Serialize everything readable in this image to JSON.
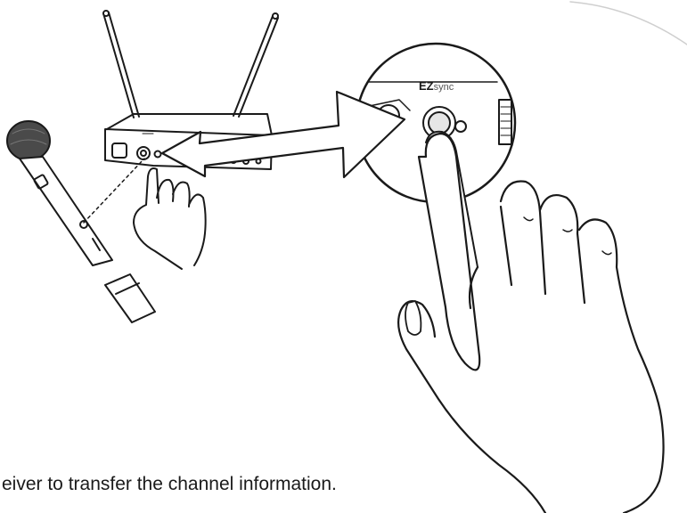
{
  "illustration": {
    "brand_bold": "EZ",
    "brand_light": "sync"
  },
  "caption": {
    "text": "eiver to transfer the channel information."
  }
}
